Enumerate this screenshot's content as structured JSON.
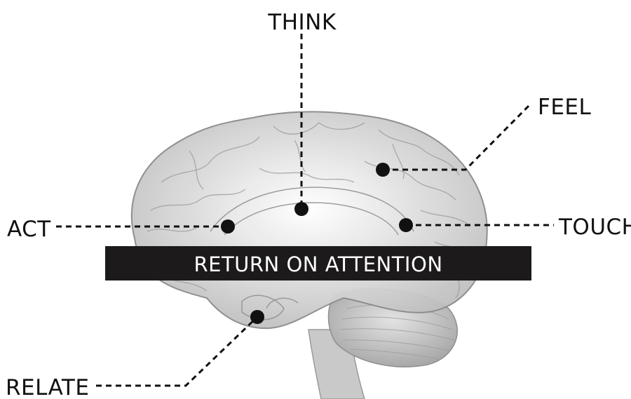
{
  "diagram": {
    "labels": {
      "think": "THINK",
      "feel": "FEEL",
      "act": "ACT",
      "touch": "TOUCH",
      "relate": "RELATE"
    },
    "banner": "RETURN ON ATTENTION",
    "colors": {
      "ink": "#111111",
      "banner_bg": "#1c1a1b",
      "banner_text": "#ffffff",
      "brain_tint": "#b9b9b9"
    }
  }
}
